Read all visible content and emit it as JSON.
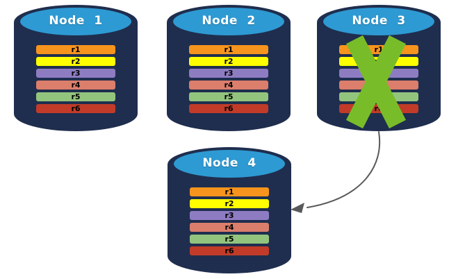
{
  "diagram": {
    "background": "#ffffff",
    "colors": {
      "cylinder_body": "#1F2E4E",
      "cylinder_top": "#2E9AD3",
      "failure_x": "#79BC29",
      "arrow": "#595959"
    },
    "nodes": [
      {
        "id": "node-1",
        "title": "Node 1",
        "failed": false,
        "rows": [
          {
            "label": "r1",
            "color": "#F7941E"
          },
          {
            "label": "r2",
            "color": "#FFFF00"
          },
          {
            "label": "r3",
            "color": "#8E7CC3"
          },
          {
            "label": "r4",
            "color": "#DB7E6B"
          },
          {
            "label": "r5",
            "color": "#93C47D"
          },
          {
            "label": "r6",
            "color": "#C13B28"
          }
        ]
      },
      {
        "id": "node-2",
        "title": "Node 2",
        "failed": false,
        "rows": [
          {
            "label": "r1",
            "color": "#F7941E"
          },
          {
            "label": "r2",
            "color": "#FFFF00"
          },
          {
            "label": "r3",
            "color": "#8E7CC3"
          },
          {
            "label": "r4",
            "color": "#DB7E6B"
          },
          {
            "label": "r5",
            "color": "#93C47D"
          },
          {
            "label": "r6",
            "color": "#C13B28"
          }
        ]
      },
      {
        "id": "node-3",
        "title": "Node 3",
        "failed": true,
        "rows": [
          {
            "label": "r1",
            "color": "#F7941E"
          },
          {
            "label": "r2",
            "color": "#FFFF00"
          },
          {
            "label": "r3",
            "color": "#8E7CC3"
          },
          {
            "label": "r4",
            "color": "#DB7E6B"
          },
          {
            "label": "r5",
            "color": "#93C47D"
          },
          {
            "label": "r6",
            "color": "#C13B28"
          }
        ]
      },
      {
        "id": "node-4",
        "title": "Node 4",
        "failed": false,
        "rows": [
          {
            "label": "r1",
            "color": "#F7941E"
          },
          {
            "label": "r2",
            "color": "#FFFF00"
          },
          {
            "label": "r3",
            "color": "#8E7CC3"
          },
          {
            "label": "r4",
            "color": "#DB7E6B"
          },
          {
            "label": "r5",
            "color": "#93C47D"
          },
          {
            "label": "r6",
            "color": "#C13B28"
          }
        ]
      }
    ],
    "arrow": {
      "from": "Node 3",
      "to": "Node 4"
    }
  }
}
